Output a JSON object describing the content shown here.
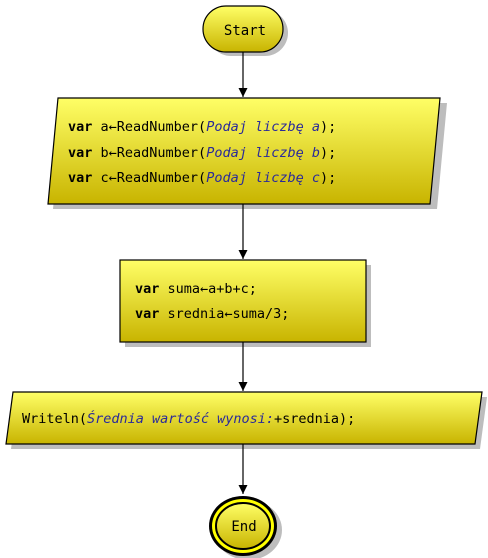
{
  "colors": {
    "fill_light": "#ffff66",
    "fill_dark": "#c8b400",
    "stroke": "#000000",
    "string_text": "#2a2a9a",
    "shadow": "#bdbdbd"
  },
  "diagram": {
    "start": {
      "label": "Start"
    },
    "input": {
      "lines": [
        {
          "kw": "var",
          "code": " a←ReadNumber(",
          "str": "Podaj liczbę a",
          "end": ");"
        },
        {
          "kw": "var",
          "code": " b←ReadNumber(",
          "str": "Podaj liczbę b",
          "end": ");"
        },
        {
          "kw": "var",
          "code": " c←ReadNumber(",
          "str": "Podaj liczbę c",
          "end": ");"
        }
      ]
    },
    "process": {
      "lines": [
        {
          "kw": "var",
          "code": " suma←a+b+c;"
        },
        {
          "kw": "var",
          "code": " srednia←suma/3;"
        }
      ]
    },
    "output": {
      "code": "Writeln(",
      "str": "Średnia wartość wynosi:",
      "end": "+srednia);"
    },
    "end": {
      "label": "End"
    }
  }
}
